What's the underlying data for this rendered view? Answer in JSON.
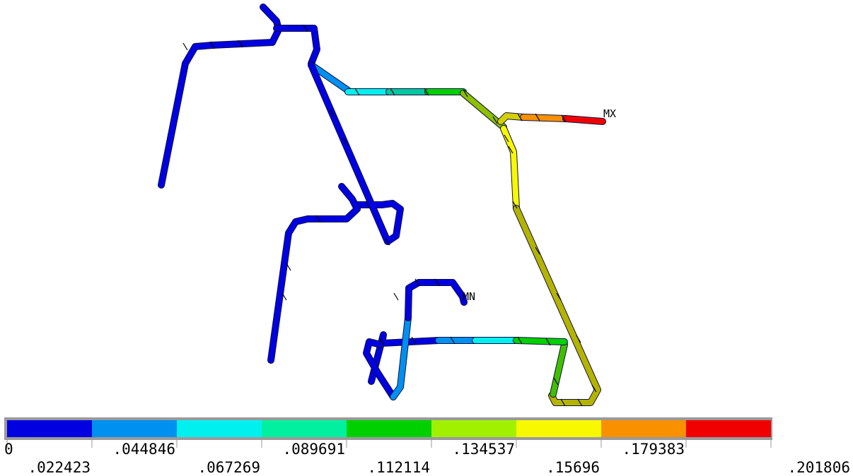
{
  "plot_labels": {
    "max": "MX",
    "min": "MN"
  },
  "colors": {
    "background": "#ffffff",
    "segment_edge": "#000000"
  },
  "legend": {
    "colors": [
      "#0000e0",
      "#0090f0",
      "#00f0f0",
      "#00f0a0",
      "#00d000",
      "#a0f000",
      "#f8f800",
      "#f89000",
      "#f00000"
    ],
    "labels": [
      "0",
      ".022423",
      ".044846",
      ".067269",
      ".089691",
      ".112114",
      ".134537",
      ".15696",
      ".179383",
      ".201806"
    ]
  }
}
